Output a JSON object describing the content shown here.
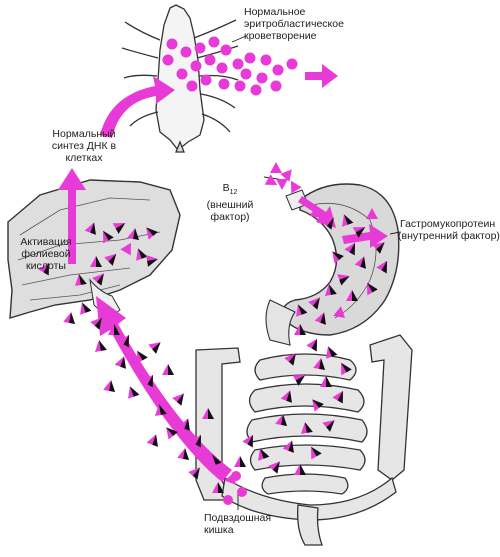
{
  "colors": {
    "particle": "#e83ad6",
    "arrow": "#e83ad6",
    "dark": "#111111",
    "outline": "#333333",
    "tissue": "#dcdcdc"
  },
  "labels": {
    "erythro": [
      "Нормальное",
      "эритробластическое",
      "кроветворение"
    ],
    "dna": [
      "Нормальный",
      "синтез ДНК в",
      "клетках"
    ],
    "folic": [
      "Активация",
      "фолиевой",
      "кислоты"
    ],
    "b12_main": "B",
    "b12_sub": "12",
    "b12_rest": [
      "(внешний",
      "фактор)"
    ],
    "gastro": [
      "Гастромукопротеин",
      "(внутренний фактор)"
    ],
    "ileum": [
      "Подвздошная",
      "кишка"
    ]
  }
}
